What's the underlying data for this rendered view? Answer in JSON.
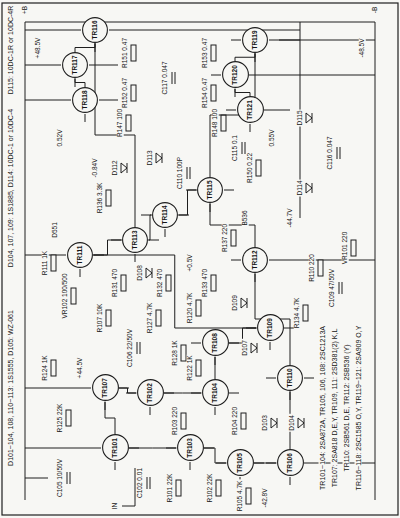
{
  "diagram": {
    "nodes": [
      {
        "text": [
          "TR101"
        ]
      },
      {
        "text": [
          "TR102"
        ]
      },
      {
        "text": [
          "TR103"
        ]
      },
      {
        "text": [
          "TR104"
        ]
      },
      {
        "text": [
          "TR105"
        ]
      },
      {
        "text": [
          "TR106"
        ]
      },
      {
        "text": [
          "TR107"
        ]
      },
      {
        "text": [
          "TR108"
        ]
      },
      {
        "text": [
          "TR109"
        ]
      },
      {
        "text": [
          "TR110"
        ]
      },
      {
        "text": [
          "TR111"
        ]
      },
      {
        "text": [
          "TR112"
        ]
      },
      {
        "text": [
          "TR113"
        ]
      },
      {
        "text": [
          "TR114"
        ]
      },
      {
        "text": [
          "TR115"
        ]
      },
      {
        "text": [
          "TR116"
        ]
      },
      {
        "text": [
          "TR117"
        ]
      },
      {
        "text": [
          "TR118"
        ]
      },
      {
        "text": [
          "TR119"
        ]
      },
      {
        "text": [
          "TR120"
        ]
      },
      {
        "text": [
          "TR121"
        ]
      }
    ],
    "edges": [
      {
        "from": 0,
        "to": 2,
        "arrow": "none"
      },
      {
        "from": 1,
        "to": 3,
        "arrow": "none"
      },
      {
        "from": 6,
        "to": 0,
        "arrow": "none"
      },
      {
        "from": 6,
        "to": 1,
        "arrow": "none"
      },
      {
        "from": 2,
        "to": 4,
        "arrow": "none"
      },
      {
        "from": 3,
        "to": 7,
        "arrow": "none"
      },
      {
        "from": 4,
        "to": 5,
        "arrow": "none"
      },
      {
        "from": 5,
        "to": 9,
        "arrow": "none"
      },
      {
        "from": 7,
        "to": 8,
        "arrow": "none"
      },
      {
        "from": 8,
        "to": 10,
        "arrow": "none"
      },
      {
        "from": 9,
        "to": 11,
        "arrow": "none"
      },
      {
        "from": 10,
        "to": 12,
        "arrow": "none"
      },
      {
        "from": 12,
        "to": 13,
        "arrow": "none"
      },
      {
        "from": 13,
        "to": 14,
        "arrow": "none"
      },
      {
        "from": 11,
        "to": 14,
        "arrow": "none"
      },
      {
        "from": 12,
        "to": 15,
        "arrow": "none"
      },
      {
        "from": 15,
        "to": 16,
        "arrow": "none"
      },
      {
        "from": 16,
        "to": 17,
        "arrow": "none"
      },
      {
        "from": 14,
        "to": 18,
        "arrow": "none"
      },
      {
        "from": 18,
        "to": 19,
        "arrow": "none"
      },
      {
        "from": 19,
        "to": 20,
        "arrow": "none"
      }
    ],
    "labels": [
      "D101~104, 108, 110~113: 1S1555, D105: WZ-061",
      "D104, 107, 109: 1S1885, D114: 10DC-1 or 10DC-4",
      "D115: 10DC-1R or 10DC-4R",
      "TR101~104: 2SA872A, TR105, 106, 108: 2SC1213A",
      "TR107: 2SA818 D,E,Y, TR109, 111: 2SD381(2) K,L",
      "TR110: 2SB561 D,E, TR112: 2SB536 (Y)",
      "TR116~118: 2SC1585 O,Y, TR119~121: 2SA909 O,Y",
      "+48.5V",
      "-48.5V",
      "+B",
      "-B",
      "0.52V",
      "0.55V",
      "R151 0.47",
      "R152 0.47",
      "R153 0.47",
      "R154 0.47",
      "R147 100",
      "R148 100",
      "C117 0.047",
      "D113",
      "D112",
      "D114",
      "D115",
      "C116 0.047",
      "D551",
      "B536",
      "R131 470",
      "R132 470",
      "R133 470",
      "R136 3.3K",
      "C110 100P",
      "-0.84V",
      "VR102 100/500",
      "-44.7V",
      "+0.5V",
      "R137 220",
      "D108",
      "D109",
      "R134 4.7K",
      "C109 47/50V",
      "D107",
      "R128 1K",
      "R127 4.7K",
      "+44.5V",
      "R125 22K",
      "R124 1K",
      "C105 10/50V",
      "R101 22K",
      "R102 22K",
      "R103 220",
      "R104 220",
      "C106 22/50V",
      "D103",
      "D104",
      "R105 4.7K",
      "-42.8V",
      "R110 220",
      "R122 1K",
      "R120 4.7K",
      "C102 0.01",
      "VR101 220",
      "R107 10K",
      "R111 1K",
      "IN",
      "R150 0.22",
      "C115 0.1"
    ]
  }
}
